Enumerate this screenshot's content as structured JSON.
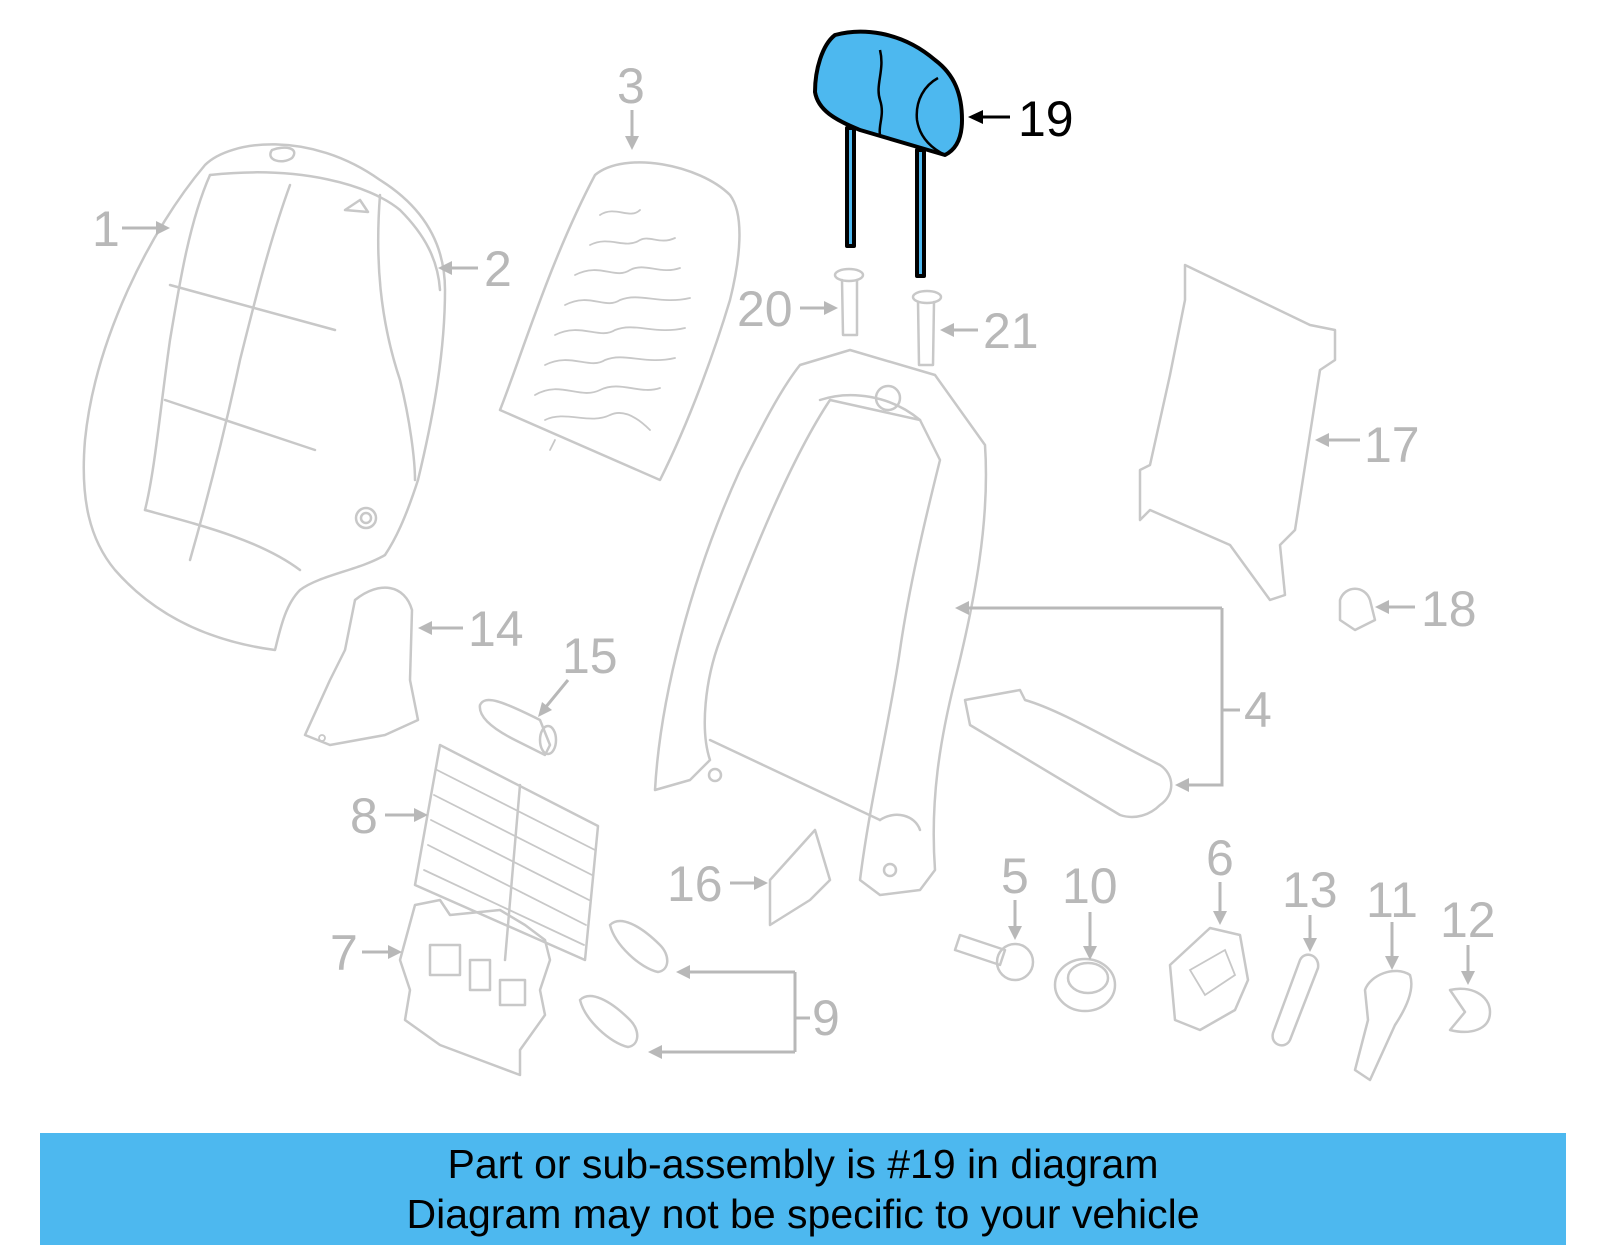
{
  "diagram": {
    "highlight_color": "#4db8ef",
    "highlighted_part": "19",
    "callouts": {
      "c1": "1",
      "c2": "2",
      "c3": "3",
      "c4": "4",
      "c5": "5",
      "c6": "6",
      "c7": "7",
      "c8": "8",
      "c9": "9",
      "c10": "10",
      "c11": "11",
      "c12": "12",
      "c13": "13",
      "c14": "14",
      "c15": "15",
      "c16": "16",
      "c17": "17",
      "c18": "18",
      "c19": "19",
      "c20": "20",
      "c21": "21"
    }
  },
  "banner": {
    "line1": "Part or sub-assembly is #19 in diagram",
    "line2": "Diagram may not be specific to your vehicle"
  }
}
